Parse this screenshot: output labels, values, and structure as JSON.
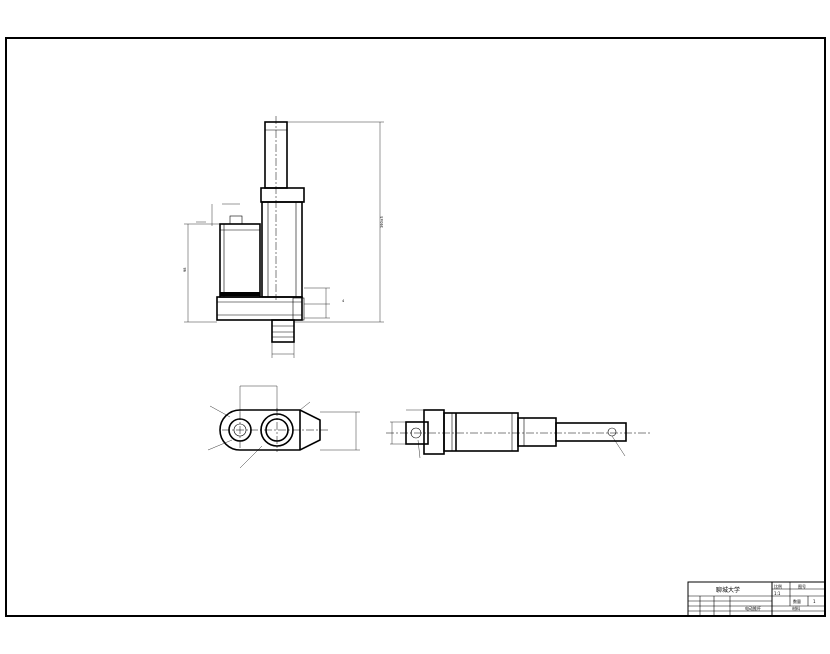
{
  "title_block": {
    "school": "聊城大学",
    "part_name": "电动推杆",
    "ratio_label": "比例",
    "ratio_value": "1:1",
    "sheet_label": "图号",
    "material_label": "材料",
    "count_label": "数量",
    "count_value": "1"
  }
}
